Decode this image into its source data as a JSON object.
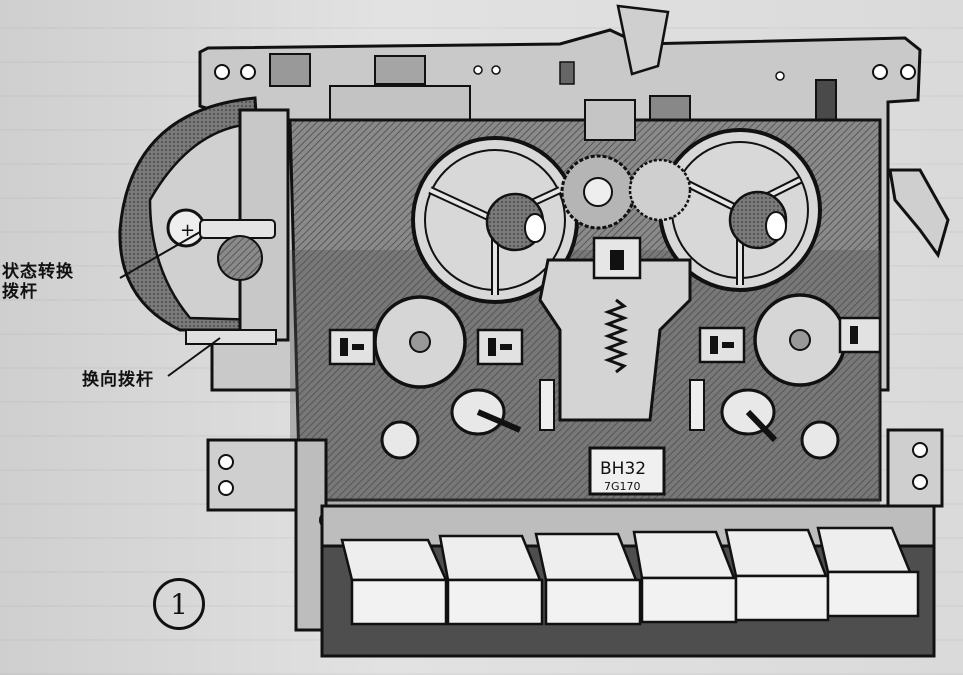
{
  "labels": {
    "state_switch_lever": "状态转换拨杆",
    "reverse_lever": "换向拨杆"
  },
  "chip": {
    "model": "BH32",
    "code": "7G170"
  },
  "figure_number": "1",
  "colors": {
    "ink": "#111111",
    "paper": "#d9d9d9",
    "metal": "#bdbdbd",
    "plate": "#6e6e6e"
  },
  "icons": [
    "chip-icon",
    "gear-icon",
    "reel-icon",
    "spring-icon"
  ]
}
